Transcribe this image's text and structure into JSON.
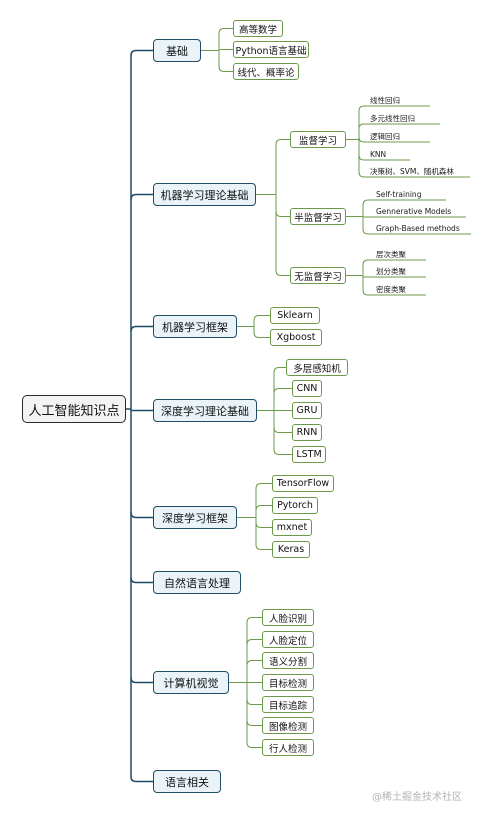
{
  "root": "人工智能知识点",
  "branches": [
    {
      "label": "基础",
      "children": [
        {
          "label": "高等数学"
        },
        {
          "label": "Python语言基础"
        },
        {
          "label": "线代、概率论"
        }
      ]
    },
    {
      "label": "机器学习理论基础",
      "children": [
        {
          "label": "监督学习",
          "children": [
            "线性回归",
            "多元线性回归",
            "逻辑回归",
            "KNN",
            "决策树、SVM、随机森林"
          ]
        },
        {
          "label": "半监督学习",
          "children": [
            "Self-training",
            "Gennerative Models",
            "Graph-Based methods"
          ]
        },
        {
          "label": "无监督学习",
          "children": [
            "层次类聚",
            "划分类聚",
            "密度类聚"
          ]
        }
      ]
    },
    {
      "label": "机器学习框架",
      "children": [
        {
          "label": "Sklearn"
        },
        {
          "label": "Xgboost"
        }
      ]
    },
    {
      "label": "深度学习理论基础",
      "children": [
        {
          "label": "多层感知机"
        },
        {
          "label": "CNN"
        },
        {
          "label": "GRU"
        },
        {
          "label": "RNN"
        },
        {
          "label": "LSTM"
        }
      ]
    },
    {
      "label": "深度学习框架",
      "children": [
        {
          "label": "TensorFlow"
        },
        {
          "label": "Pytorch"
        },
        {
          "label": "mxnet"
        },
        {
          "label": "Keras"
        }
      ]
    },
    {
      "label": "自然语言处理",
      "children": []
    },
    {
      "label": "计算机视觉",
      "children": [
        {
          "label": "人脸识别"
        },
        {
          "label": "人脸定位"
        },
        {
          "label": "语义分割"
        },
        {
          "label": "目标检测"
        },
        {
          "label": "目标追踪"
        },
        {
          "label": "图像检测"
        },
        {
          "label": "行人检测"
        }
      ]
    },
    {
      "label": "语言相关",
      "children": []
    }
  ],
  "watermark": "@稀土掘金技术社区",
  "colors": {
    "main_edge": "#1f4e66",
    "sub_edge": "#6b9a4a",
    "leaf_edge": "#6b9a4a"
  }
}
